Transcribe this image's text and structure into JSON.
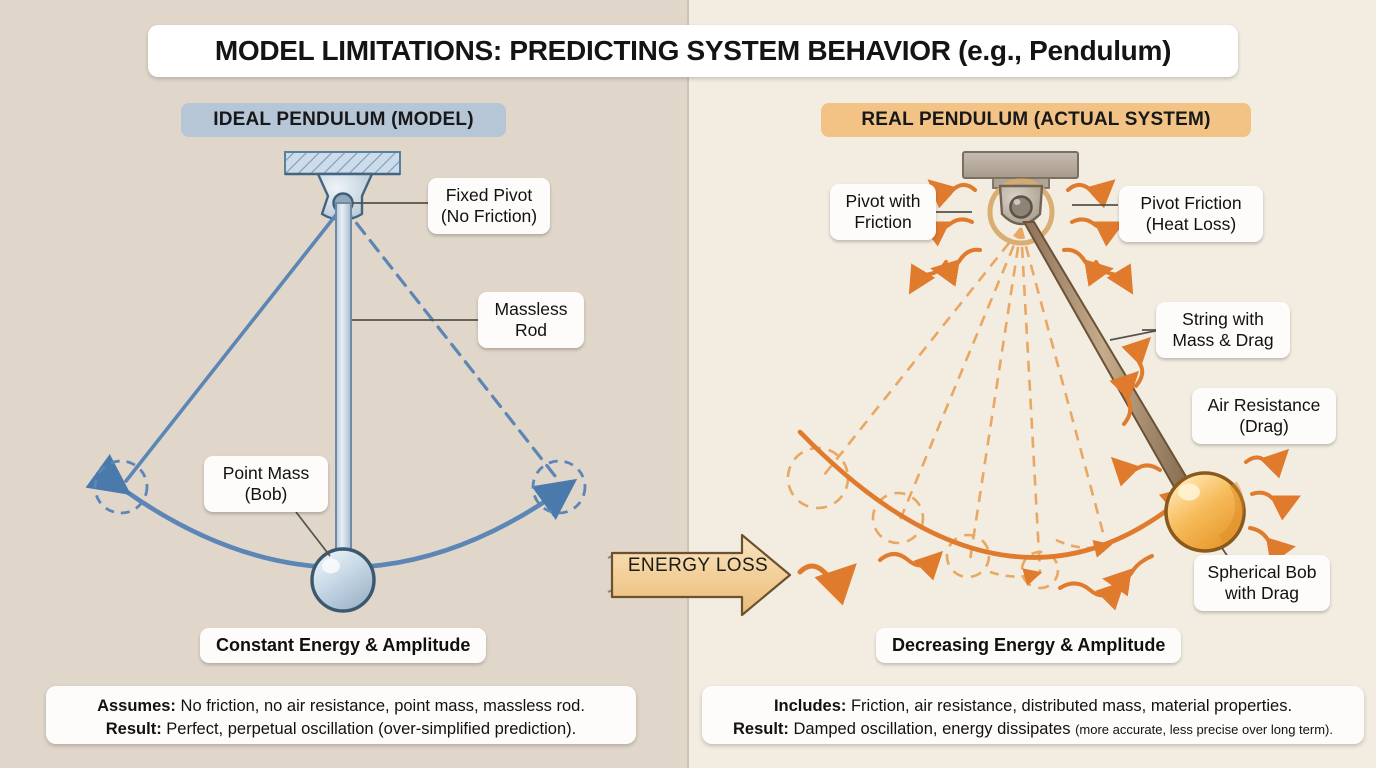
{
  "title": "MODEL LIMITATIONS: PREDICTING SYSTEM BEHAVIOR (e.g., Pendulum)",
  "panels": {
    "left": {
      "heading": "IDEAL PENDULUM (MODEL)",
      "status": "Constant Energy & Amplitude",
      "callouts": [
        {
          "line1": "Fixed Pivot",
          "line2": "(No Friction)"
        },
        {
          "line1": "Massless",
          "line2": "Rod"
        },
        {
          "line1": "Point Mass",
          "line2": "(Bob)"
        }
      ],
      "footer": {
        "label1": "Assumes:",
        "text1": "No friction, no air resistance, point mass, massless rod.",
        "label2": "Result:",
        "text2": "Perfect, perpetual oscillation (over-simplified prediction)."
      }
    },
    "right": {
      "heading": "REAL PENDULUM (ACTUAL SYSTEM)",
      "status": "Decreasing Energy & Amplitude",
      "callouts": [
        {
          "line1": "Pivot with",
          "line2": "Friction"
        },
        {
          "line1": "Pivot Friction",
          "line2": "(Heat Loss)"
        },
        {
          "line1": "String with",
          "line2": "Mass & Drag"
        },
        {
          "line1": "Air Resistance",
          "line2": "(Drag)"
        },
        {
          "line1": "Spherical Bob",
          "line2": "with Drag"
        }
      ],
      "footer": {
        "label1": "Includes:",
        "text1": "Friction, air resistance, distributed mass, material properties.",
        "label2": "Result:",
        "text2": "Damped oscillation, energy dissipates",
        "note": "(more accurate, less precise over long term)."
      }
    }
  },
  "transition": {
    "label": "ENERGY LOSS"
  },
  "colors": {
    "left_panel_bg": "#e0d6ca",
    "right_panel_bg": "#f2ece1",
    "left_heading_bg": "#b7c6d6",
    "right_heading_bg": "#f2c384",
    "ideal_blue": "#5b86b5",
    "real_orange": "#e07b2e",
    "arrow_fill": "#f3d3a1",
    "card_bg": "#fdfcfa",
    "text": "#111111"
  }
}
